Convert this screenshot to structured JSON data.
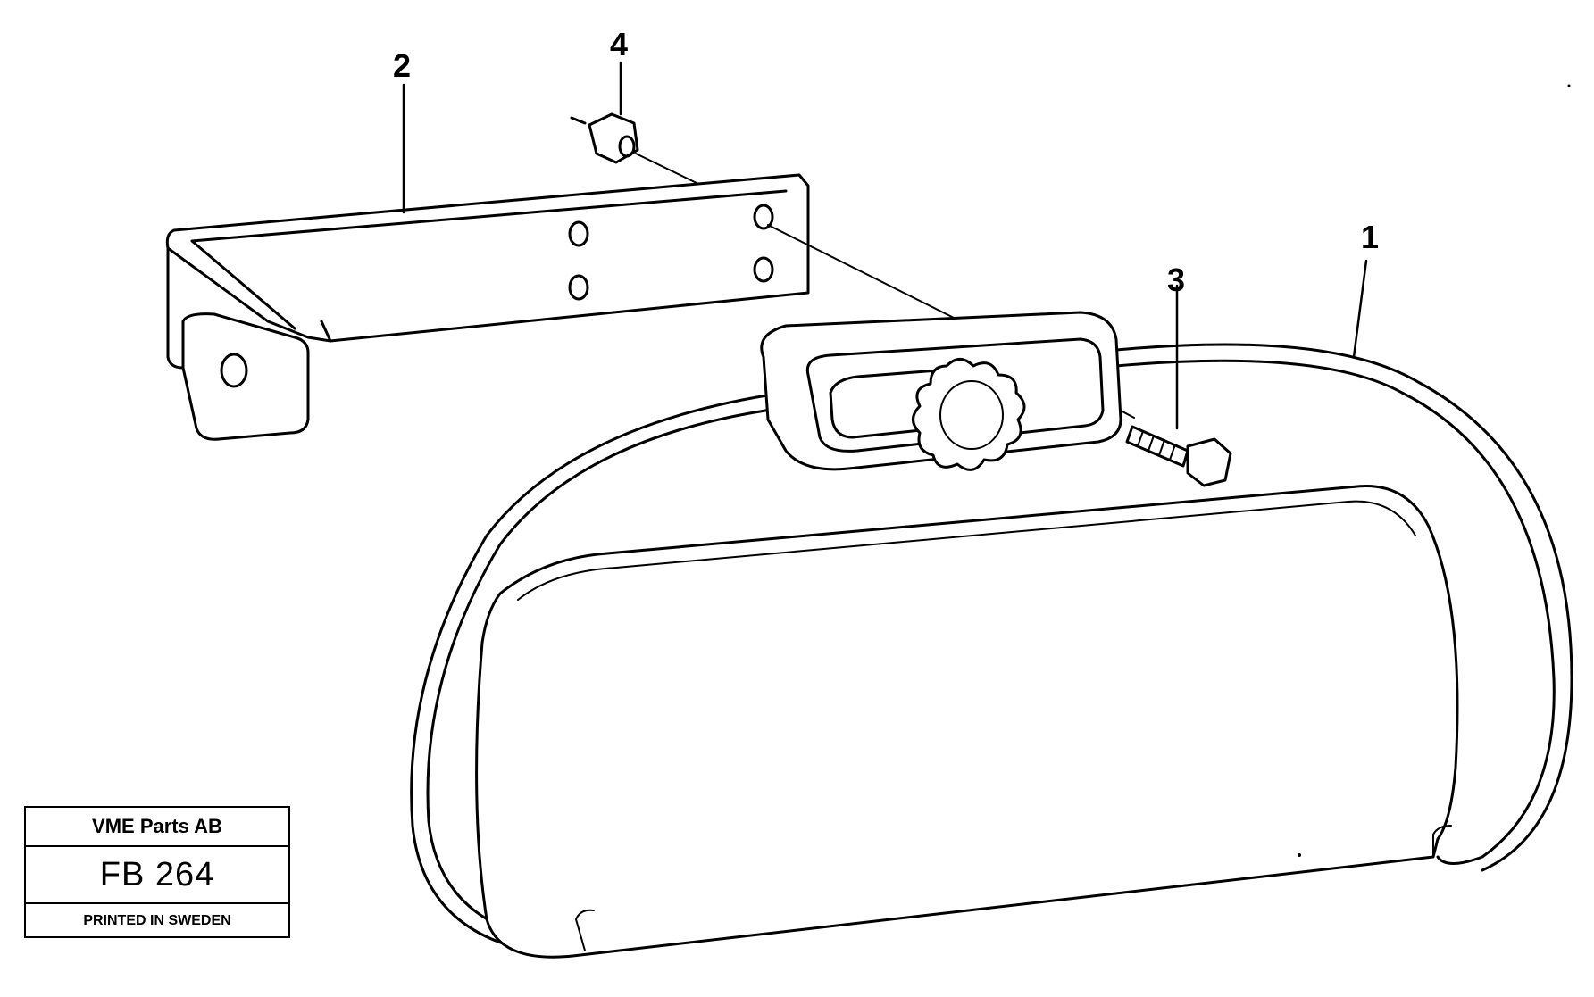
{
  "callouts": {
    "item1": "1",
    "item2": "2",
    "item3": "3",
    "item4": "4"
  },
  "title_block": {
    "company": "VME Parts AB",
    "code": "FB 264",
    "printed": "PRINTED IN SWEDEN"
  }
}
